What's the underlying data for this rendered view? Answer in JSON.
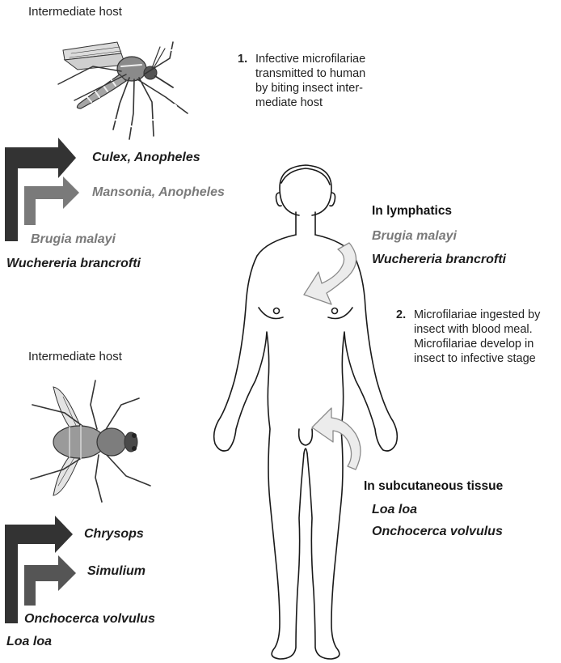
{
  "mosquito_section": {
    "host_label": "Intermediate host",
    "vector_primary": "Culex, Anopheles",
    "vector_secondary": "Mansonia, Anopheles",
    "parasite_secondary": "Brugia malayi",
    "parasite_primary": "Wuchereria brancrofti"
  },
  "fly_section": {
    "host_label": "Intermediate host",
    "vector_primary": "Chrysops",
    "vector_secondary": "Simulium",
    "parasite_secondary": "Onchocerca volvulus",
    "parasite_primary": "Loa loa"
  },
  "step1": {
    "number": "1.",
    "lines": [
      "Infective microfilariae",
      "transmitted to human",
      "by biting insect inter-",
      "mediate host"
    ]
  },
  "step2": {
    "number": "2.",
    "lines": [
      "Microfilariae ingested by",
      "insect with blood meal.",
      "Microfilariae develop in",
      "insect to infective stage"
    ]
  },
  "lymphatics": {
    "heading": "In lymphatics",
    "species": [
      "Brugia malayi",
      "Wuchereria brancrofti"
    ]
  },
  "subcutaneous": {
    "heading": "In subcutaneous tissue",
    "species": [
      "Loa loa",
      "Onchocerca volvulus"
    ]
  },
  "colors": {
    "dark": "#333333",
    "grey": "#7a7a7a",
    "arrow_fill": "#ececec"
  }
}
